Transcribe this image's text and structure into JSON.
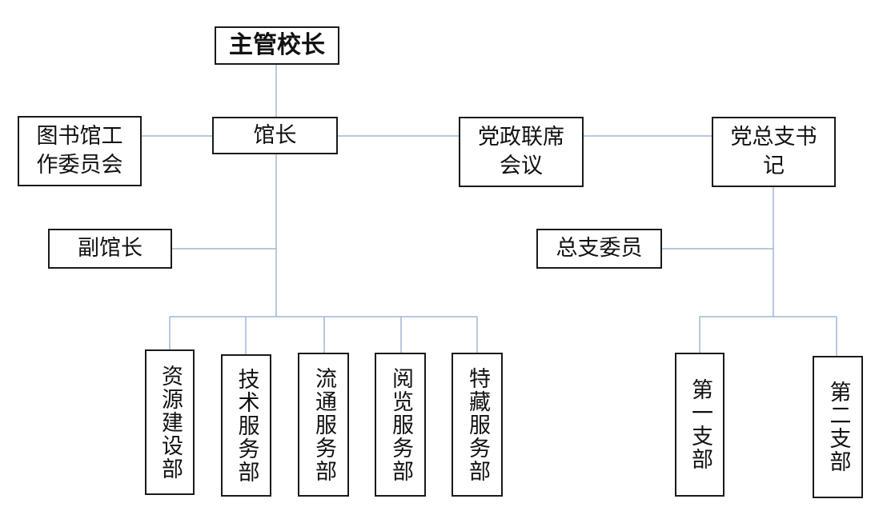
{
  "colors": {
    "connector": "#9fb7d3",
    "border": "#1a1a1a",
    "text": "#111111"
  },
  "nodes": {
    "principal": "主管校长",
    "committee": [
      "图书馆工",
      "作委员会"
    ],
    "director": "馆长",
    "joint_meeting": [
      "党政联席",
      "会议"
    ],
    "party_secretary": [
      "党总支书",
      "记"
    ],
    "deputy_director": "副馆长",
    "branch_members": "总支委员",
    "departments": [
      "资源建设部",
      "技术服务部",
      "流通服务部",
      "阅览服务部",
      "特藏服务部"
    ],
    "branches": [
      "第一支部",
      "第二支部"
    ]
  }
}
